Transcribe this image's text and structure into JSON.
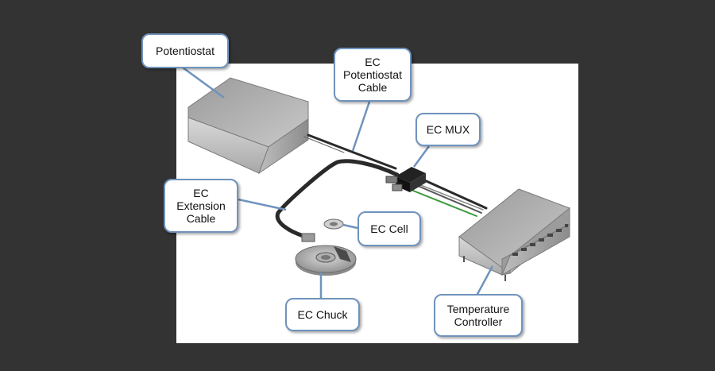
{
  "labels": {
    "potentiostat": "Potentiostat",
    "ec_potentiostat_cable": "EC\nPotentiostat\nCable",
    "ec_mux": "EC MUX",
    "ec_extension_cable": "EC\nExtension\nCable",
    "ec_cell": "EC Cell",
    "ec_chuck": "EC Chuck",
    "temperature_controller": "Temperature\nController"
  },
  "colors": {
    "background": "#333333",
    "panel": "#ffffff",
    "callout_border": "#6f93bd",
    "cable": "#2a2a2a",
    "green_cable": "#3a9a3a"
  }
}
